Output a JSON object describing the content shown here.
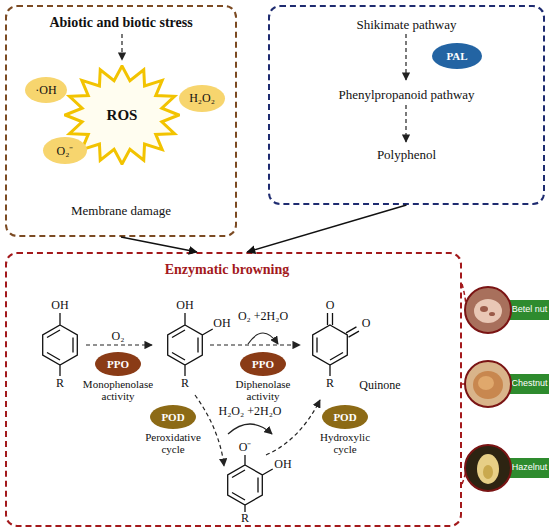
{
  "diagram": {
    "nodes": [
      {
        "text": [
          "Abiotic and biotic stress",
          "Membrane damage"
        ]
      },
      {
        "text": [
          "ROS"
        ],
        "in": 0
      },
      {
        "text": [
          "·OH"
        ],
        "in": 0
      },
      {
        "text": [
          "H₂O₂"
        ],
        "in": 0
      },
      {
        "text": [
          "O₂⁻"
        ],
        "in": 0
      },
      {
        "text": [
          "Shikimate pathway",
          "Phenylpropanoid pathway",
          "Polyphenol"
        ]
      },
      {
        "text": [
          "PAL"
        ],
        "in": 5
      },
      {
        "text": [
          "Enzymatic browning"
        ]
      },
      {
        "text": [
          "PPO",
          "Monophenolase activity"
        ],
        "in": 7
      },
      {
        "text": [
          "PPO",
          "Diphenolase activity"
        ],
        "in": 7
      },
      {
        "text": [
          "POD",
          "Peroxidative cycle"
        ],
        "in": 7
      },
      {
        "text": [
          "POD",
          "Hydroxylic cycle"
        ],
        "in": 7
      },
      {
        "text": [
          "Betel nut"
        ]
      },
      {
        "text": [
          "Chestnut"
        ]
      },
      {
        "text": [
          "Hazelnut"
        ]
      }
    ],
    "edges": [
      {
        "from": 0,
        "to": 7,
        "arrow": "to"
      },
      {
        "from": 5,
        "to": 7,
        "arrow": "to"
      }
    ],
    "labels": [
      "OH",
      "R",
      "O₂",
      "OH",
      "OH",
      "R",
      "O₂ +2H₂O",
      "O",
      "O",
      "R",
      "Quinone",
      "H₂O₂ +2H₂O",
      "O⁻",
      "OH",
      "R"
    ]
  }
}
